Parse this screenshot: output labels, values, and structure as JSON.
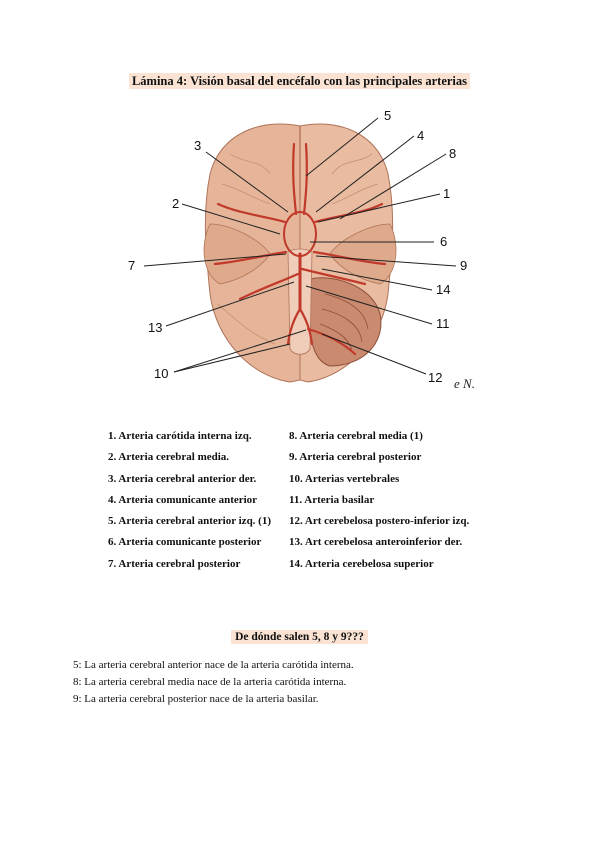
{
  "page": {
    "title": "Lámina 4: Visión basal del encéfalo con las principales arterias"
  },
  "figure": {
    "labels": [
      "1",
      "2",
      "3",
      "4",
      "5",
      "6",
      "7",
      "8",
      "9",
      "10",
      "11",
      "12",
      "13",
      "14"
    ],
    "signature": "e N."
  },
  "legend": {
    "left": [
      "1.  Arteria carótida interna izq.",
      "2. Arteria cerebral media.",
      "3. Arteria cerebral anterior der.",
      "4. Arteria comunicante anterior",
      "5. Arteria cerebral anterior izq. (1)",
      "6. Arteria comunicante posterior",
      "7. Arteria cerebral posterior"
    ],
    "right": [
      "8. Arteria cerebral media (1)",
      "9. Arteria cerebral posterior",
      "10. Arterias vertebrales",
      "11. Arteria basilar",
      "12. Art cerebelosa postero-inferior izq.",
      "13. Art cerebelosa anteroinferior der.",
      "14. Arteria cerebelosa superior"
    ]
  },
  "question": {
    "text": "De dónde salen 5, 8 y 9???"
  },
  "answers": [
    "5: La arteria cerebral anterior nace de la arteria carótida interna.",
    "8: La arteria cerebral media nace de la arteria carótida interna.",
    "9: La arteria cerebral posterior nace de la arteria basilar."
  ],
  "colors": {
    "highlight": "#fbe3d4",
    "brain": "#e8b79a",
    "artery": "#c0392b"
  }
}
